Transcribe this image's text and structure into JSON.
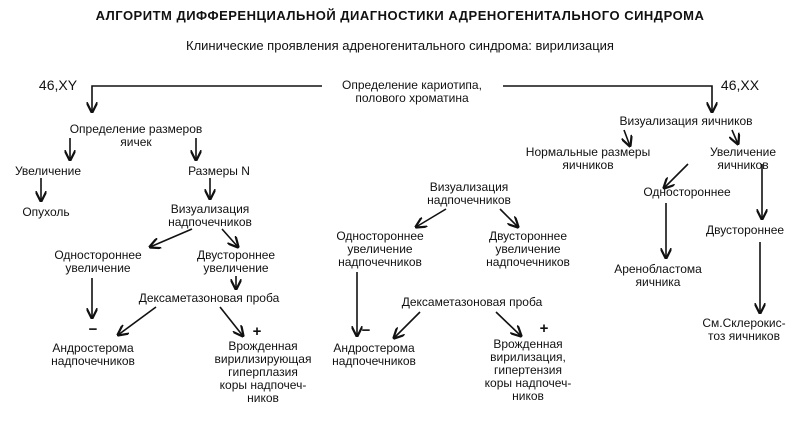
{
  "title": "АЛГОРИТМ ДИФФЕРЕНЦИАЛЬНОЙ ДИАГНОСТИКИ АДРЕНОГЕНИТАЛЬНОГО СИНДРОМА",
  "subtitle": "Клинические проявления адреногенитального синдрома: вирилизация",
  "nodes": {
    "karyotype": [
      "Определение кариотипа,",
      "полового хроматина"
    ],
    "xy": [
      "46,XY"
    ],
    "xx": [
      "46,XX"
    ],
    "testis_size": [
      "Определение размеров",
      "яичек"
    ],
    "increase": [
      "Увеличение"
    ],
    "tumor": [
      "Опухоль"
    ],
    "size_n": [
      "Размеры N"
    ],
    "adrenal_vis_l": [
      "Визуализация",
      "надпочечников"
    ],
    "unilat_l": [
      "Одностороннее",
      "увеличение"
    ],
    "bilat_l": [
      "Двустороннее",
      "увеличение"
    ],
    "dexa_l": [
      "Дексаметазоновая проба"
    ],
    "androsteroma_l": [
      "Андростерома",
      "надпочечников"
    ],
    "cah_l": [
      "Врожденная",
      "вирилизирующая",
      "гиперплазия",
      "коры надпочеч-",
      "ников"
    ],
    "adrenal_vis_m": [
      "Визуализация",
      "надпочечников"
    ],
    "unilat_m": [
      "Одностороннее",
      "увеличение",
      "надпочечников"
    ],
    "bilat_m": [
      "Двустороннее",
      "увеличение",
      "надпочечников"
    ],
    "dexa_m": [
      "Дексаметазоновая проба"
    ],
    "androsteroma_m": [
      "Андростерома",
      "надпочечников"
    ],
    "cah_m": [
      "Врожденная",
      "вирилизация,",
      "гипертензия",
      "коры надпочеч-",
      "ников"
    ],
    "ovary_vis": [
      "Визуализация яичников"
    ],
    "normal_ovary": [
      "Нормальные размеры",
      "яичников"
    ],
    "ovary_increase": [
      "Увеличение",
      "яичников"
    ],
    "ovary_unilat": [
      "Одностороннее"
    ],
    "ovary_bilat": [
      "Двустороннее"
    ],
    "arrhenoblastoma": [
      "Аренобластома",
      "яичника"
    ],
    "sclerocystosis": [
      "См.Склерокис-",
      "тоз яичников"
    ]
  },
  "signs": {
    "minus": "−",
    "plus": "+"
  }
}
